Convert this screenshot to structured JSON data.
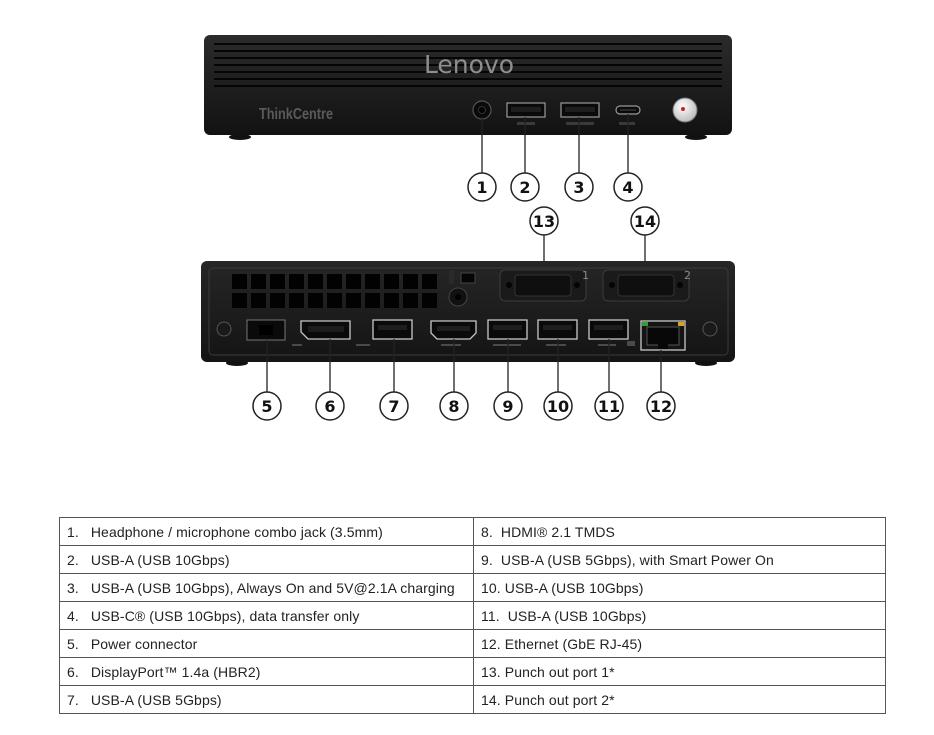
{
  "front": {
    "brand": "Lenovo",
    "series": "ThinkCentre",
    "callouts": [
      "1",
      "2",
      "3",
      "4"
    ]
  },
  "rear": {
    "slot_labels": [
      "1",
      "2"
    ],
    "punch_callouts": [
      "13",
      "14"
    ],
    "callouts": [
      "5",
      "6",
      "7",
      "8",
      "9",
      "10",
      "11",
      "12"
    ]
  },
  "legend": {
    "rows": [
      {
        "left": "1.   Headphone / microphone combo jack (3.5mm)",
        "right": "8.  HDMI® 2.1 TMDS"
      },
      {
        "left": "2.   USB-A (USB 10Gbps)",
        "right": "9.  USB-A (USB 5Gbps), with Smart Power On"
      },
      {
        "left": "3.   USB-A (USB 10Gbps), Always On and 5V@2.1A charging",
        "right": "10. USB-A (USB 10Gbps)"
      },
      {
        "left": "4.   USB-C® (USB 10Gbps), data transfer only",
        "right": "11.  USB-A (USB 10Gbps)"
      },
      {
        "left": "5.   Power connector",
        "right": "12. Ethernet (GbE RJ-45)"
      },
      {
        "left": "6.   DisplayPort™ 1.4a (HBR2)",
        "right": "13. Punch out port 1*"
      },
      {
        "left": "7.   USB-A (USB 5Gbps)",
        "right": "14. Punch out port 2*"
      }
    ]
  }
}
